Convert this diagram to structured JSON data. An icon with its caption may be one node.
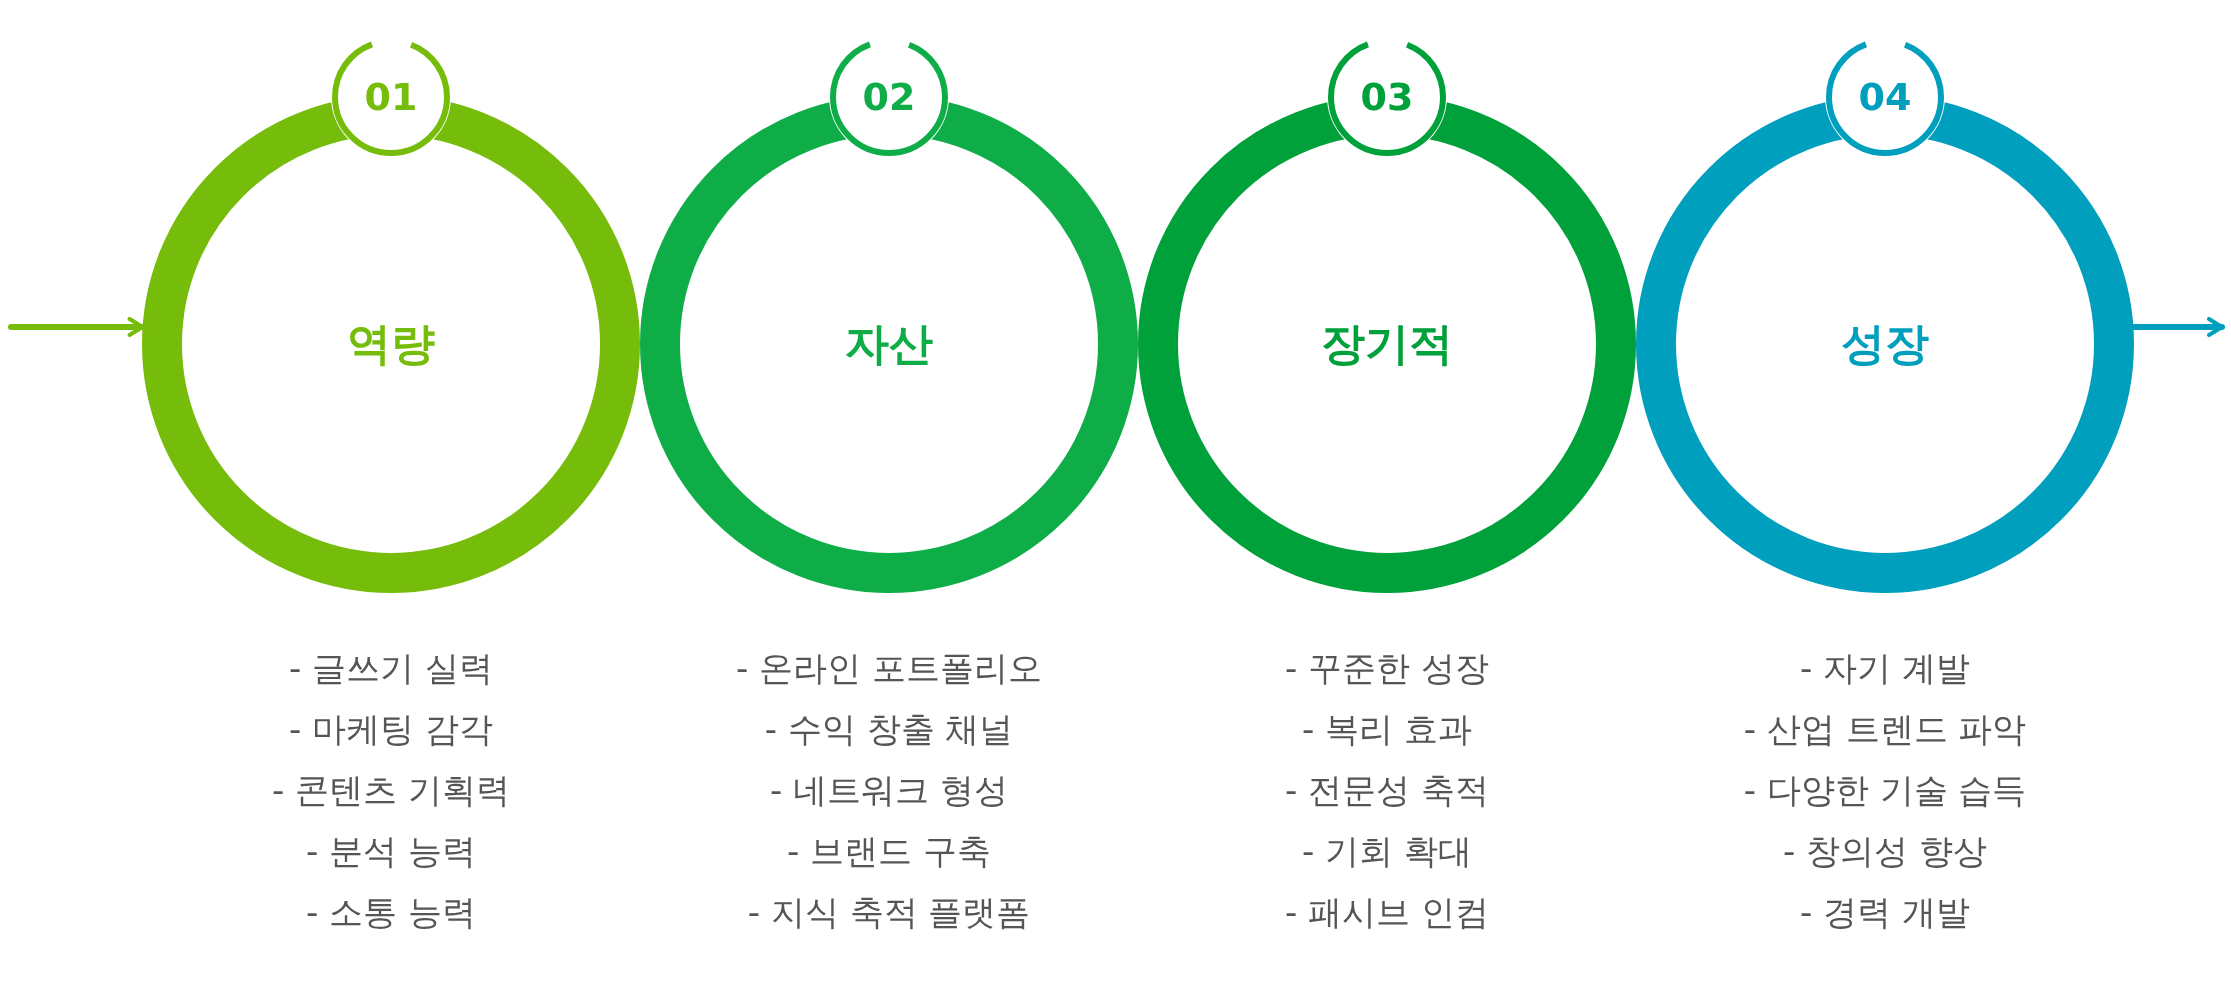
{
  "diagram": {
    "nodes": [
      {
        "text": [
          "역량"
        ],
        "beside": [
          "- 글쓰기 실력",
          "- 마케팅 감각",
          "- 콘텐츠 기획력",
          "- 분석 능력",
          "- 소통 능력"
        ]
      },
      {
        "text": [
          "01"
        ]
      },
      {
        "text": [
          "자산"
        ],
        "beside": [
          "- 온라인 포트폴리오",
          "- 수익 창출 채널",
          "- 네트워크 형성",
          "- 브랜드 구축",
          "- 지식 축적 플랫폼"
        ]
      },
      {
        "text": [
          "02"
        ]
      },
      {
        "text": [
          "장기적"
        ],
        "beside": [
          "- 꾸준한 성장",
          "- 복리 효과",
          "- 전문성 축적",
          "- 기회 확대",
          "- 패시브 인컴"
        ]
      },
      {
        "text": [
          "03"
        ]
      },
      {
        "text": [
          "성장"
        ],
        "beside": [
          "- 자기 계발",
          "- 산업 트렌드 파악",
          "- 다양한 기술 습득",
          "- 창의성 향상",
          "- 경력 개발"
        ]
      },
      {
        "text": [
          "04"
        ]
      }
    ],
    "edges": [
      {
        "from": null,
        "to": 0,
        "arrow": "to",
        "color": "#76bc0a"
      },
      {
        "from": 6,
        "to": null,
        "arrow": "to",
        "color": "#009fbd"
      }
    ]
  }
}
